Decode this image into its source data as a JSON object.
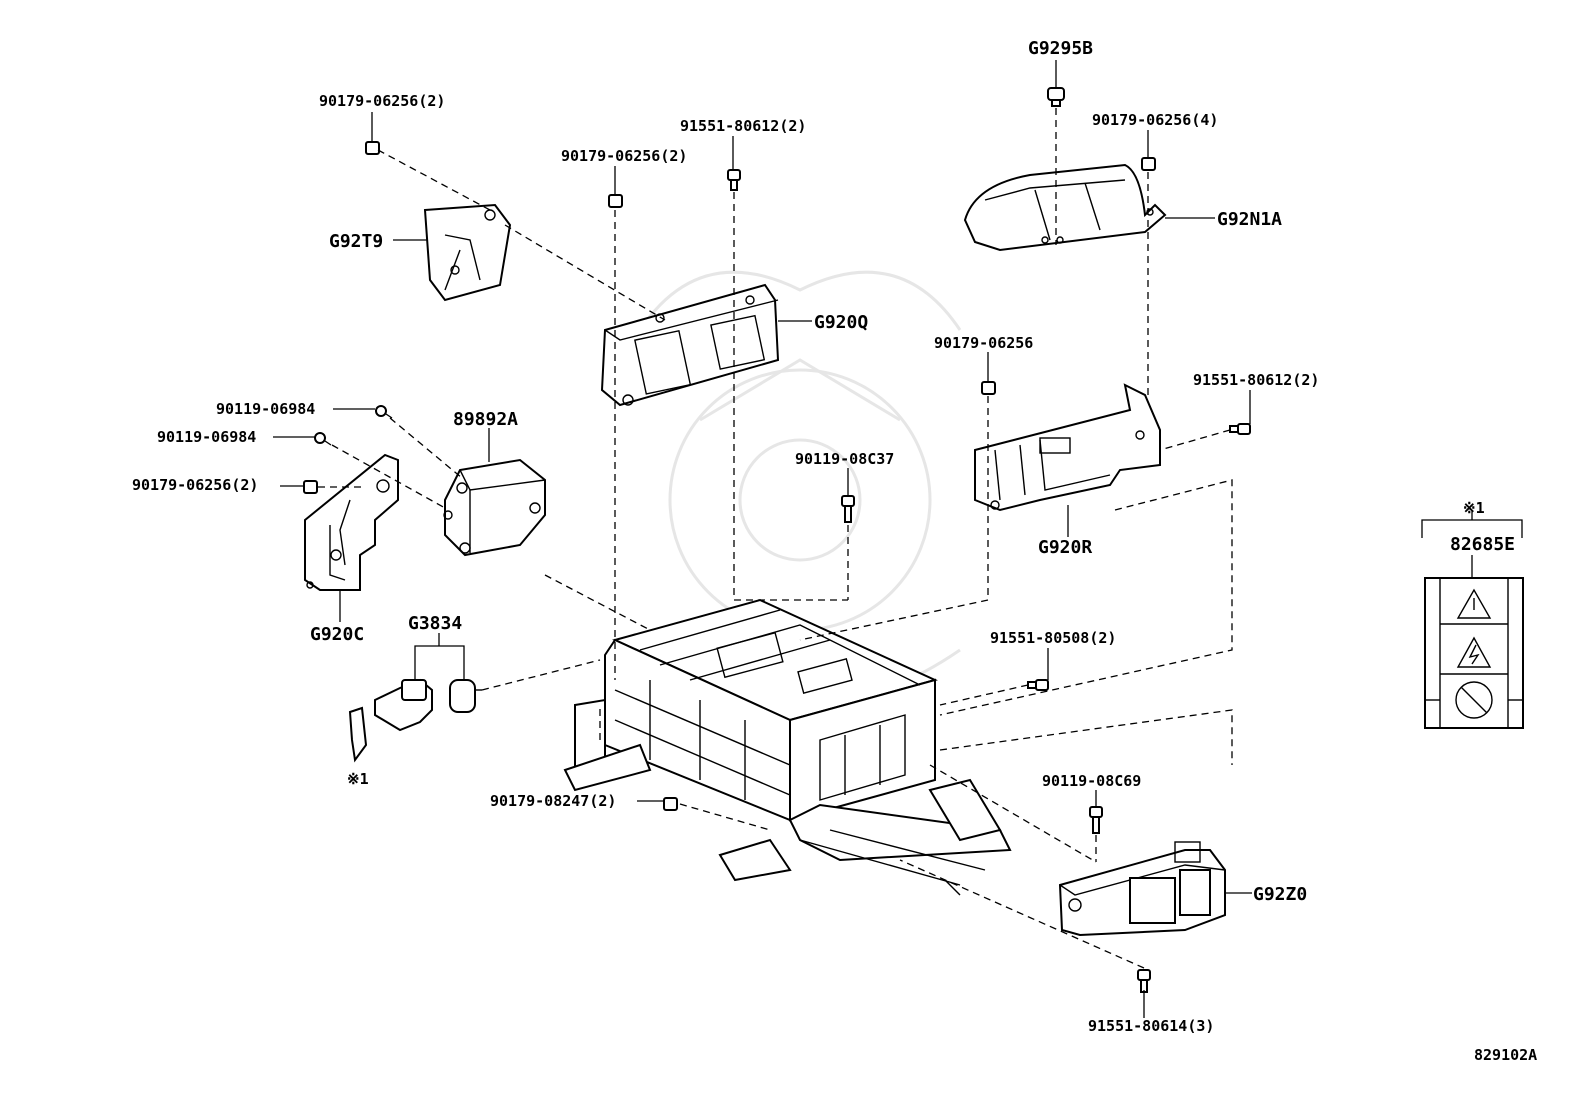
{
  "diagram": {
    "id": "829102A",
    "note_mark": "※1",
    "labels": {
      "g9295b": "G9295B",
      "p90179_06256_4": "90179-06256(4)",
      "g92n1a": "G92N1A",
      "p90179_06256_2_top": "90179-06256(2)",
      "p91551_80612_2_top": "91551-80612(2)",
      "p90179_06256_2_mid": "90179-06256(2)",
      "g92t9": "G92T9",
      "g920q": "G920Q",
      "p90179_06256": "90179-06256",
      "p91551_80612_2_right": "91551-80612(2)",
      "p90119_06984_a": "90119-06984",
      "p90119_06984_b": "90119-06984",
      "p89892a": "89892A",
      "p90179_06256_2_left": "90179-06256(2)",
      "p90119_08c37": "90119-08C37",
      "g920r": "G920R",
      "g920c": "G920C",
      "g3834": "G3834",
      "p91551_80508_2": "91551-80508(2)",
      "p90119_08c69": "90119-08C69",
      "p90179_08247_2": "90179-08247(2)",
      "g92z0": "G92Z0",
      "p91551_80614_3": "91551-80614(3)",
      "p82685e": "82685E"
    }
  }
}
